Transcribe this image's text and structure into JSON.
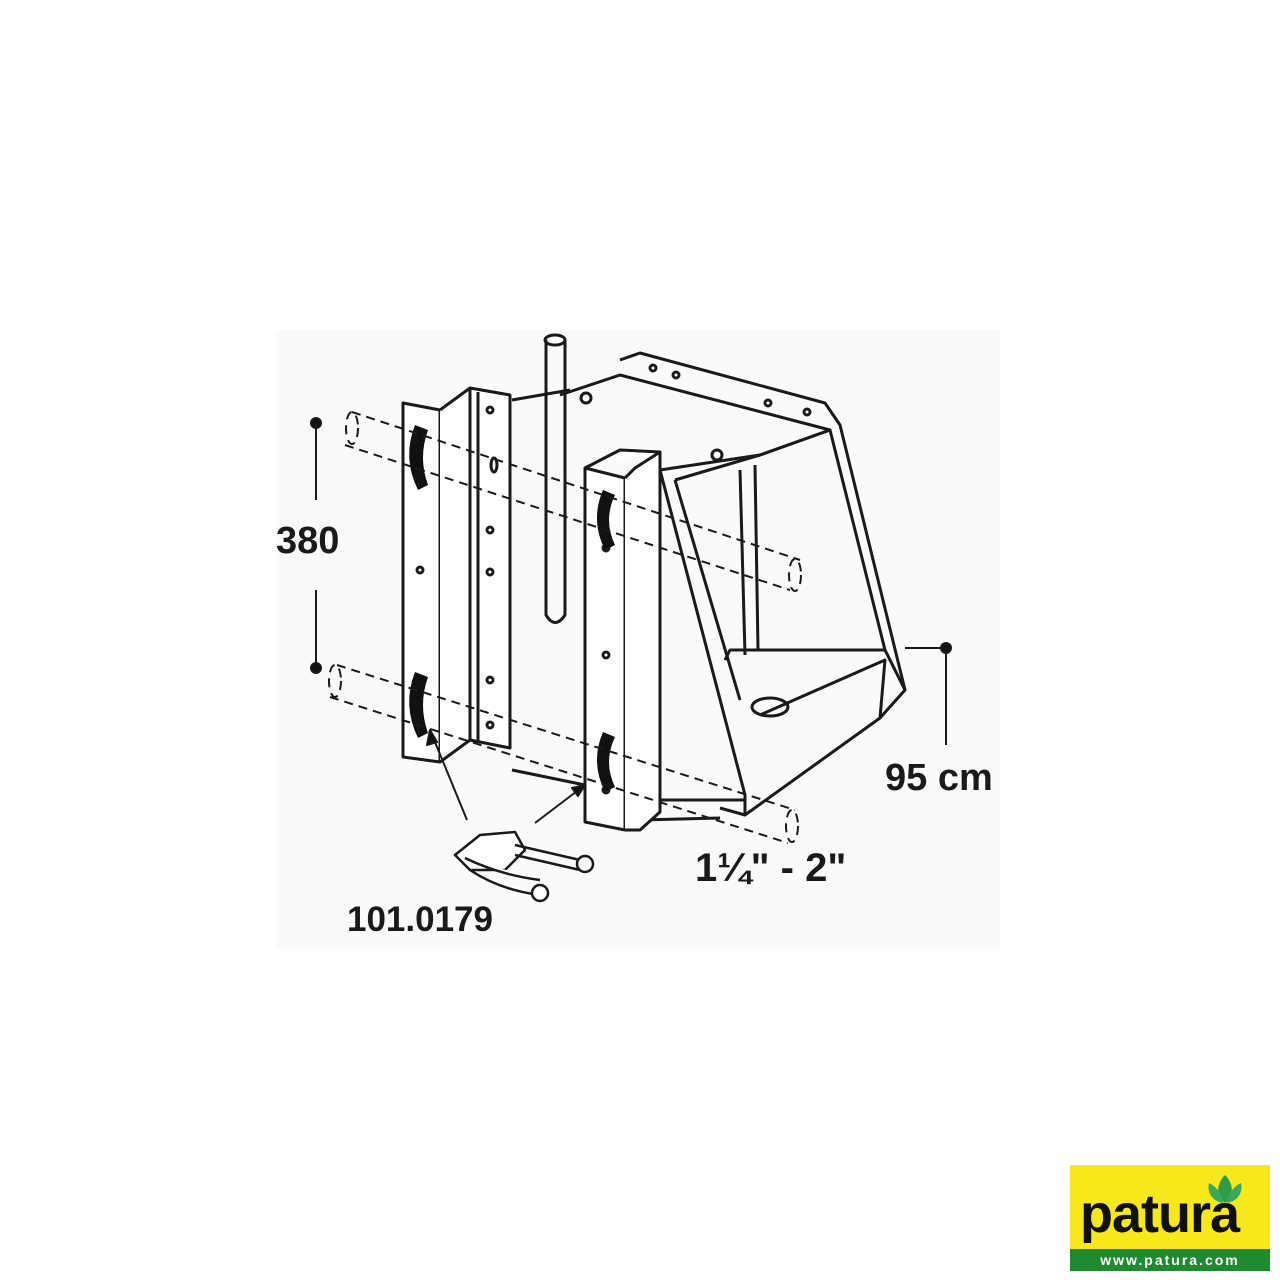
{
  "dimensions": {
    "height_spacing": "380",
    "height_label": "95 cm",
    "pipe_diameter": "1¼\" - 2\"",
    "part_number": "101.0179"
  },
  "logo": {
    "brand": "patura",
    "url": "www.patura.com",
    "colors": {
      "background": "#f7e81c",
      "bar": "#1f8a2e",
      "leaf": "#2e9a4a"
    }
  }
}
